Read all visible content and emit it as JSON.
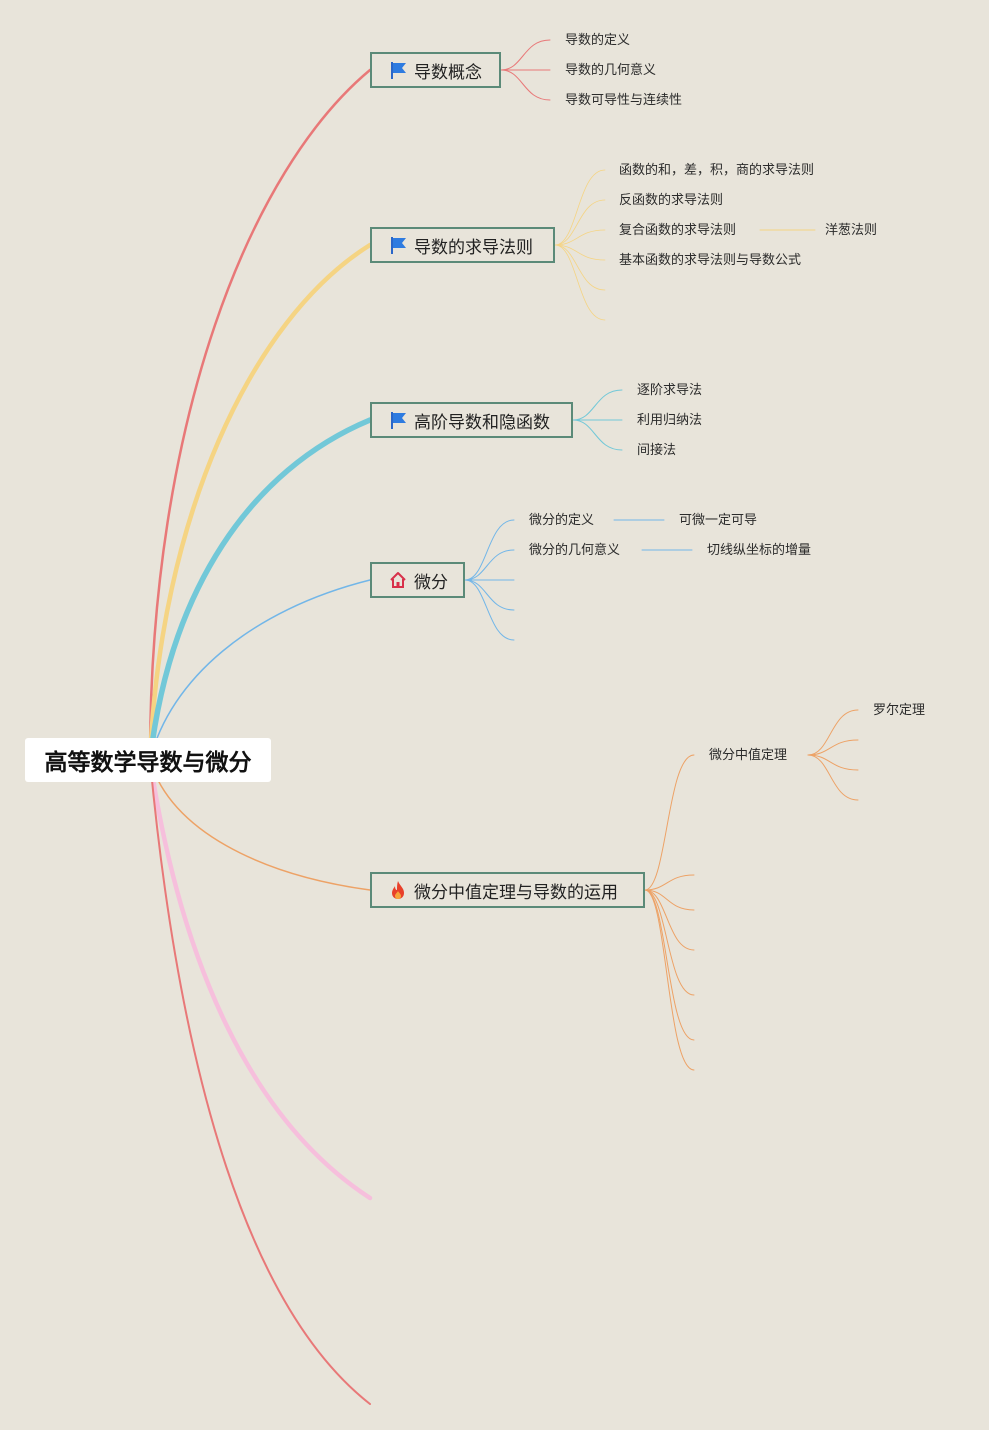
{
  "root": {
    "label": "高等数学导数与微分"
  },
  "branches": [
    {
      "label": "导数概念",
      "icon": "flag-icon",
      "color": "#e87878",
      "children": [
        "导数的定义",
        "导数的几何意义",
        "导数可导性与连续性"
      ]
    },
    {
      "label": "导数的求导法则",
      "icon": "flag-icon",
      "color": "#f5d483",
      "children": [
        "函数的和，差，积，商的求导法则",
        "反函数的求导法则",
        "复合函数的求导法则",
        "基本函数的求导法则与导数公式"
      ],
      "sub": {
        "parent": "复合函数的求导法则",
        "label": "洋葱法则"
      }
    },
    {
      "label": "高阶导数和隐函数",
      "icon": "flag-icon",
      "color": "#72c8d8",
      "children": [
        "逐阶求导法",
        "利用归纳法",
        "间接法"
      ]
    },
    {
      "label": "微分",
      "icon": "home-icon",
      "color": "#72b6e8",
      "children": [
        "微分的定义",
        "微分的几何意义"
      ],
      "subs": [
        {
          "parent": "微分的定义",
          "label": "可微一定可导"
        },
        {
          "parent": "微分的几何意义",
          "label": "切线纵坐标的增量"
        }
      ]
    },
    {
      "label": "微分中值定理与导数的运用",
      "icon": "fire-icon",
      "color": "#eda266",
      "children": [
        "微分中值定理"
      ],
      "sub": {
        "parent": "微分中值定理",
        "label": "罗尔定理"
      }
    }
  ],
  "extra_curve_colors": [
    "#f6bfdc",
    "#e87878"
  ]
}
